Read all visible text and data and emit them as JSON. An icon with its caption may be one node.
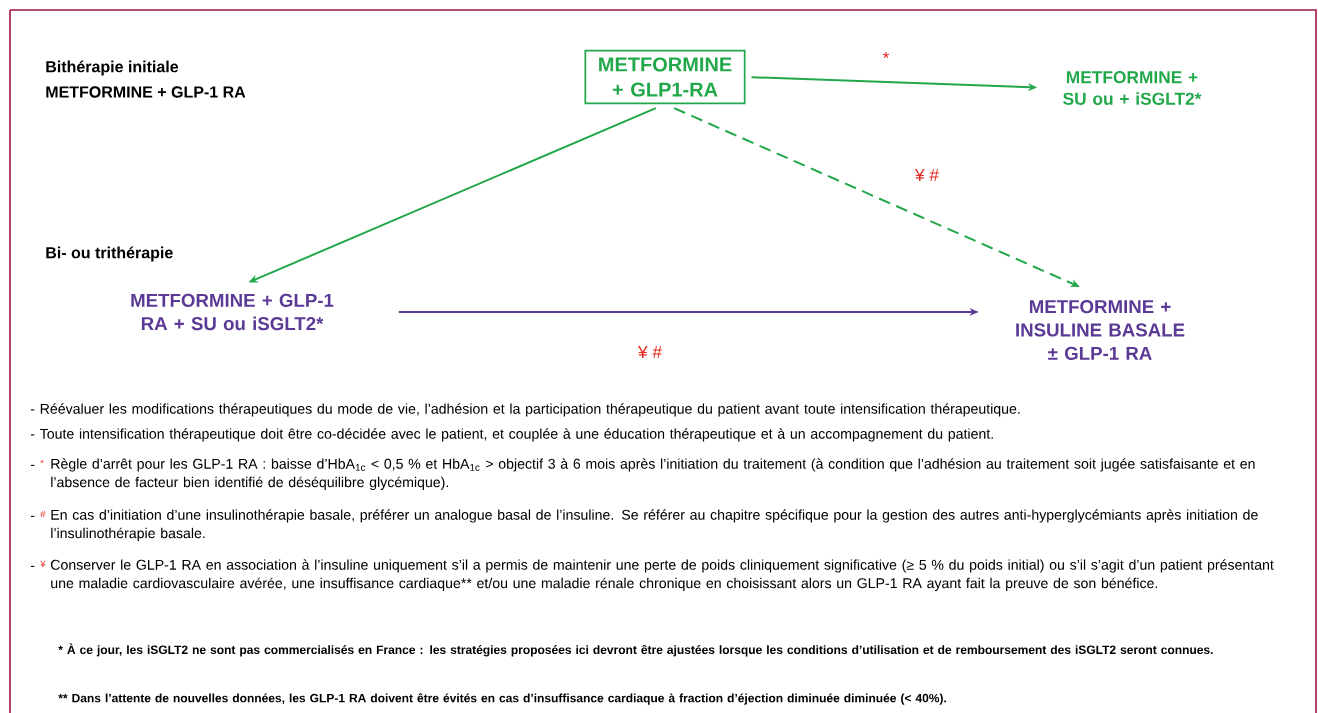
{
  "diagram": {
    "nodes": [
      {
        "text": [
          "METFORMINE + GLP1-RA"
        ]
      },
      {
        "text": [
          "METFORMINE + SU ou + iSGLT2*"
        ]
      },
      {
        "text": [
          "METFORMINE + GLP-1 RA + SU ou iSGLT2*"
        ]
      },
      {
        "text": [
          "METFORMINE + INSULINE BASALE ± GLP-1 RA"
        ]
      }
    ],
    "edges": [
      {
        "from": 0,
        "to": 1,
        "arrow": "to",
        "label": "*"
      },
      {
        "from": 0,
        "to": 3,
        "arrow": "to",
        "label": "¥ #",
        "style": "dashed"
      },
      {
        "from": 0,
        "to": 2,
        "arrow": "to"
      },
      {
        "from": 2,
        "to": 3,
        "arrow": "to",
        "label": "¥ #",
        "color": "#5b3a96"
      }
    ],
    "labels": [
      "Bithérapie initiale",
      "METFORMINE + GLP-1 RA",
      "Bi- ou trithérapie",
      "- Réévaluer les modifications thérapeutiques du mode de vie, l’adhésion et la participation thérapeutique du patient avant toute intensification thérapeutique.",
      "- Toute intensification thérapeutique doit être co-décidée avec le patient, et couplée à une éducation thérapeutique et à un accompagnement du patient.",
      "-",
      "*",
      "Règle d’arrêt pour les GLP-1 RA : baisse d’HbA$_{1c}$ < 0,5 % et HbA$_{1c}$ > objectif 3 à 6 mois après l’initiation du traitement (à condition que l’adhésion au traitement soit jugée satisfaisante et en l’absence de facteur bien identifié de déséquilibre glycémique).",
      "-",
      "#",
      "En cas d’initiation d’une insulinothérapie basale, préférer un analogue basal de l’insuline. Se référer au chapitre spécifique pour la gestion des autres anti-hyperglycémiants après initiation de l’insulinothérapie basale.",
      "-",
      "¥",
      "Conserver le GLP-1 RA en association à l’insuline uniquement s’il a permis de maintenir une perte de poids cliniquement significative (≥ 5 % du poids initial) ou s’il s’agit d’un patient présentant une maladie cardiovasculaire avérée, une insuffisance cardiaque** et/ou une maladie rénale chronique en choisissant alors un GLP-1 RA ayant fait la preuve de son bénéfice.",
      "* À ce jour, les iSGLT2 ne sont pas commercialisés en France : les stratégies proposées ici devront être ajustées lorsque les conditions d’utilisation et de remboursement des iSGLT2 seront connues.",
      "** Dans l’attente de nouvelles données, les GLP-1 RA doivent être évités en cas d’insuffisance cardiaque à fraction d’éjection diminuée diminuée (< 40%)."
    ]
  }
}
